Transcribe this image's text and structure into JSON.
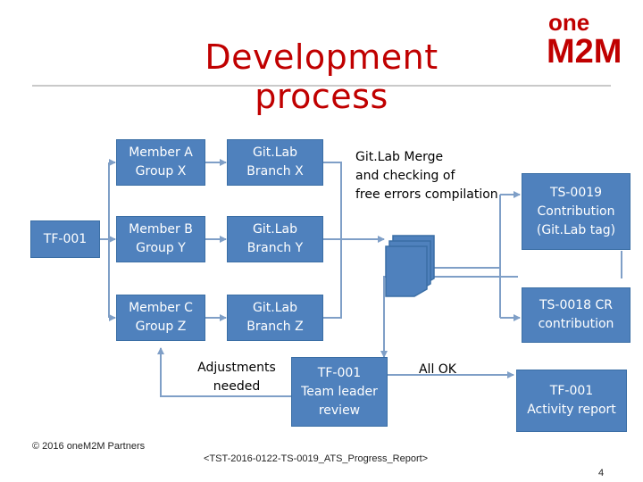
{
  "title": "Development process",
  "logo": {
    "line1": "one",
    "line2": "M2M"
  },
  "boxes": {
    "tf001_left": "TF-001",
    "member_a": "Member A\nGroup X",
    "member_b": "Member B\nGroup Y",
    "member_c": "Member C\nGroup Z",
    "gitlab_x": "Git.Lab\nBranch X",
    "gitlab_y": "Git.Lab\nBranch Y",
    "gitlab_z": "Git.Lab\nBranch Z",
    "ts0019": "TS-0019\nContribution\n(Git.Lab tag)",
    "ts0018": "TS-0018 CR\ncontribution",
    "team_leader": "TF-001\nTeam leader\nreview",
    "activity_report": "TF-001\nActivity report"
  },
  "labels": {
    "merge": "Git.Lab Merge\nand checking of\nfree errors compilation",
    "adjustments": "Adjustments\nneeded",
    "all_ok": "All OK"
  },
  "footer": {
    "copyright": "© 2016 oneM2M Partners",
    "document": "<TST-2016-0122-TS-0019_ATS_Progress_Report>",
    "page_number": "4"
  },
  "colors": {
    "accent": "#c00000",
    "box_fill": "#4f81bd",
    "connector": "#7f9fc7"
  }
}
